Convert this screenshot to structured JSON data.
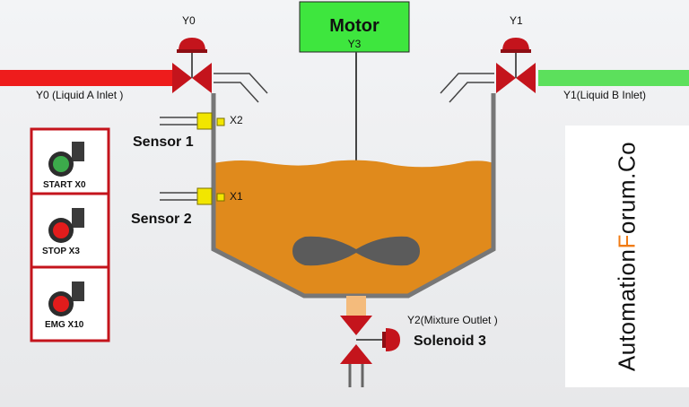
{
  "motor": {
    "title": "Motor",
    "tag": "Y3"
  },
  "valves": {
    "y0": {
      "tag": "Y0",
      "label": "Y0 (Liquid A Inlet )"
    },
    "y1": {
      "tag": "Y1",
      "label": "Y1(Liquid B Inlet)"
    },
    "y2": {
      "label": "Y2(Mixture Outlet )",
      "name": "Solenoid 3"
    }
  },
  "sensors": {
    "x2": {
      "tag": "X2",
      "name": "Sensor 1"
    },
    "x1": {
      "tag": "X1",
      "name": "Sensor 2"
    }
  },
  "buttons": [
    {
      "label": "START  X0",
      "color": "#3cab4b"
    },
    {
      "label": "STOP X3",
      "color": "#e21c1c"
    },
    {
      "label": "EMG X10",
      "color": "#e21c1c"
    }
  ],
  "brand": {
    "part1": "Automation",
    "accent_letter": "F",
    "part2": "orum.Co",
    "accent_color": "#f07b14"
  },
  "colors": {
    "pipe_a": "#ee1c1c",
    "pipe_b": "#5ce05c",
    "motor_box": "#3ee63e",
    "valve": "#c4141c",
    "liquid": "#e08a1c",
    "sensor": "#f2e600",
    "panel_border": "#c4141c"
  }
}
